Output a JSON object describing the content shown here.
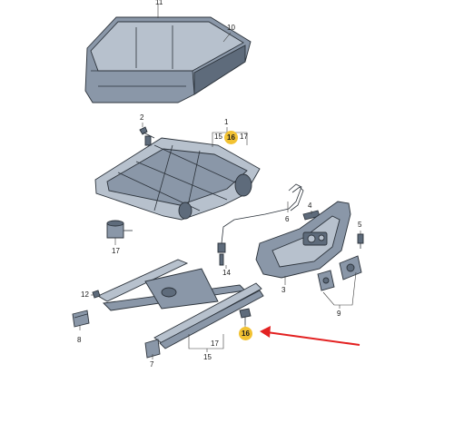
{
  "labels": {
    "l1": "1",
    "l2": "2",
    "l3": "3",
    "l4": "4",
    "l5": "5",
    "l6": "6",
    "l7": "7",
    "l8": "8",
    "l9": "9",
    "l10": "10",
    "l11": "11",
    "l12": "12",
    "l14": "14",
    "l15_top": "15",
    "l17_top": "17",
    "l15_bottom": "15",
    "l17_bottom": "17",
    "l17_sensor": "17"
  },
  "highlights": {
    "h16_top": "16",
    "h16_bottom": "16"
  },
  "colors": {
    "highlight": "#f2c232",
    "arrow": "#e32222",
    "part": "#8a97a8"
  }
}
